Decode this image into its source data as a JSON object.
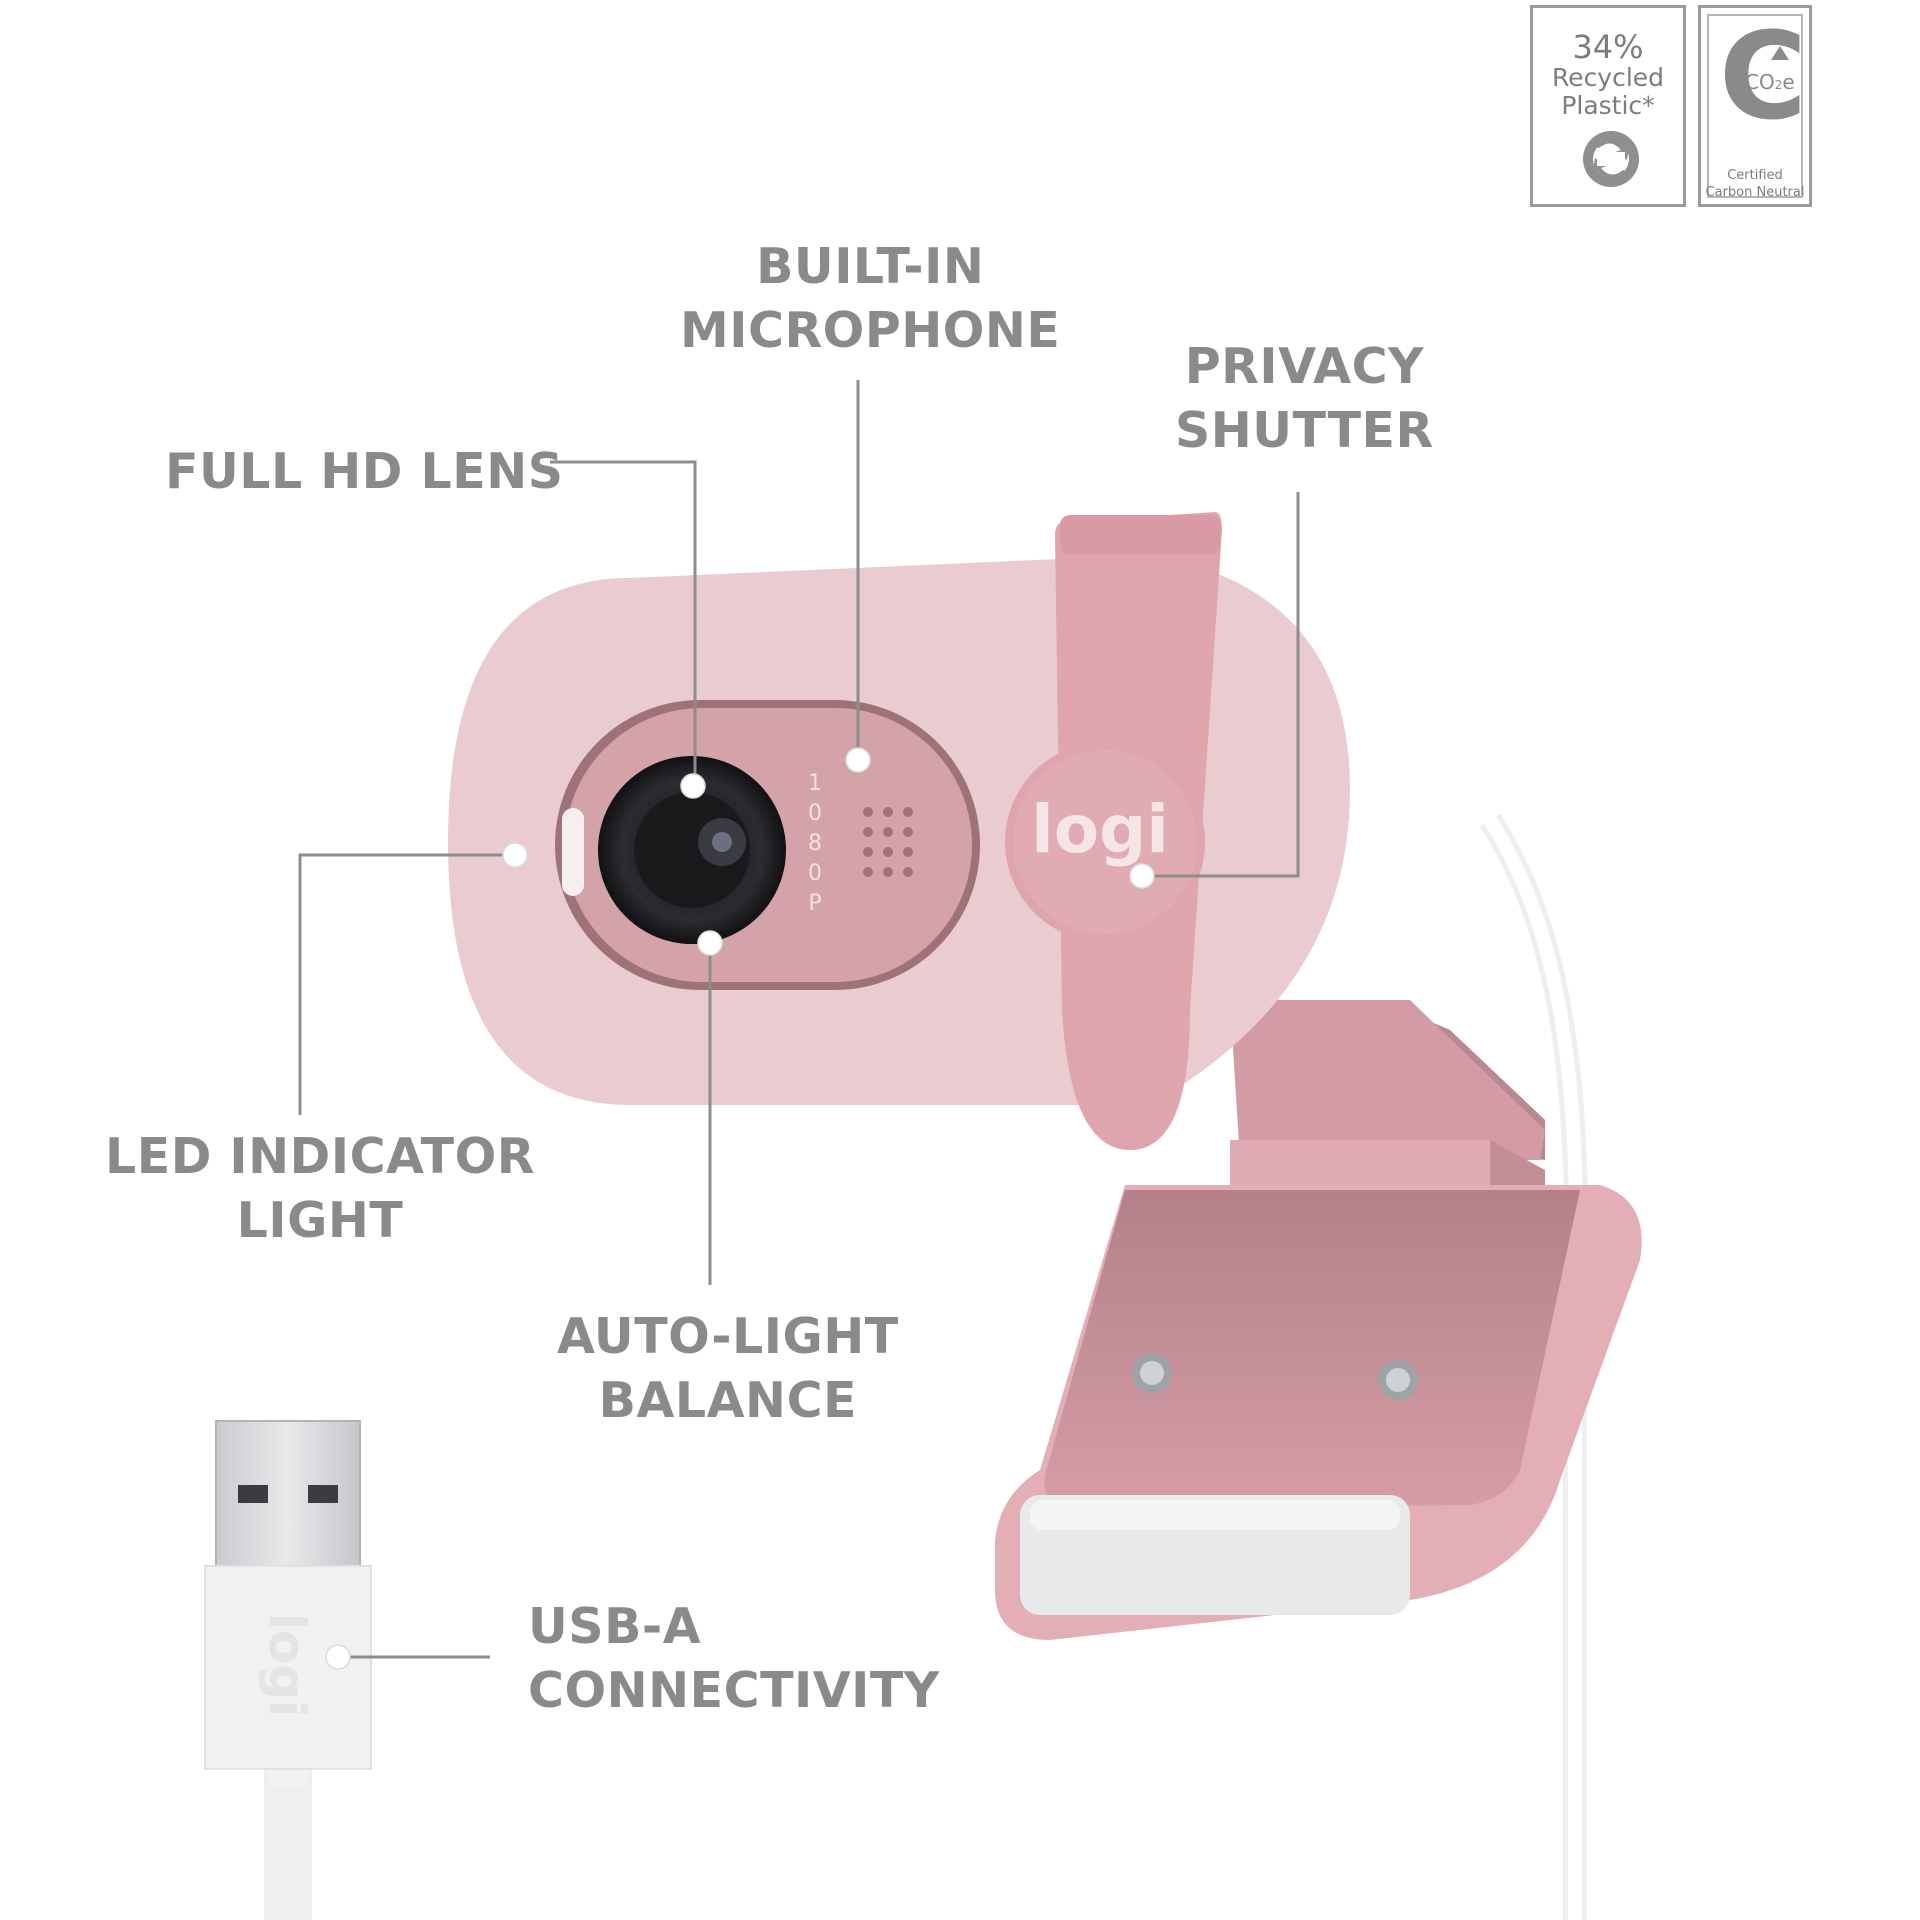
{
  "callouts": {
    "microphone": {
      "line1": "BUILT-IN",
      "line2": "MICROPHONE"
    },
    "privacy": {
      "line1": "PRIVACY",
      "line2": "SHUTTER"
    },
    "lens": {
      "text": "FULL HD LENS"
    },
    "led": {
      "line1": "LED INDICATOR",
      "line2": "LIGHT"
    },
    "autolight": {
      "line1": "AUTO-LIGHT",
      "line2": "BALANCE"
    },
    "usb": {
      "line1": "USB-A",
      "line2": "CONNECTIVITY"
    }
  },
  "badges": {
    "recycled": {
      "percent": "34%",
      "line1": "Recycled",
      "line2": "Plastic*"
    },
    "carbon": {
      "symbol": "C",
      "co2": "CO",
      "sub": "2",
      "e": "e",
      "line1": "Certified",
      "line2": "Carbon Neutral"
    }
  },
  "camera": {
    "brand": "logi",
    "resolution_mark": [
      "1",
      "0",
      "8",
      "0",
      "P"
    ]
  },
  "usb_plug": {
    "brand": "logi"
  },
  "colors": {
    "label_gray": "#8a8a8a",
    "rose_body": "#e8c6cb",
    "rose_strap": "#dba2aa",
    "rose_base": "#c98f97",
    "cable_white": "#f4f4f4"
  }
}
